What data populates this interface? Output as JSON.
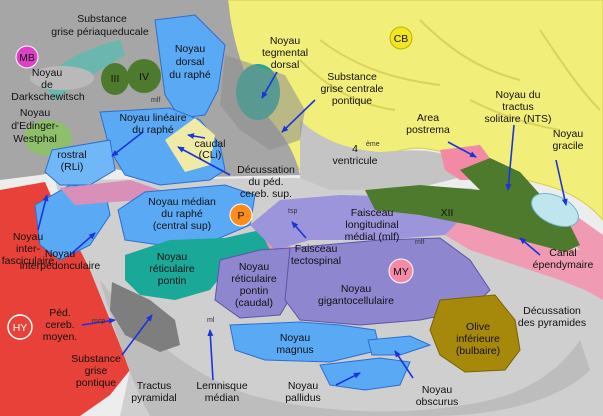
{
  "badges": {
    "mb": "MB",
    "cb": "CB",
    "p": "P",
    "my": "MY",
    "hy": "HY"
  },
  "labels": {
    "substance_grise_periaqueducale": [
      "Substance",
      "grise périaqueducale"
    ],
    "noyau_darkschewitsch": [
      "Noyau",
      "de",
      "Darkschewitsch"
    ],
    "iii": "III",
    "iv": "IV",
    "noyau_dorsal_raphe": [
      "Noyau",
      "dorsal",
      "du raphé"
    ],
    "noyau_tegmental_dorsal": [
      "Noyau",
      "tegmental",
      "dorsal"
    ],
    "substance_grise_centrale_pontique": [
      "Substance",
      "grise centrale",
      "pontique"
    ],
    "noyau_edinger_westphal": [
      "Noyau",
      "d'Edinger-",
      "Westphal"
    ],
    "noyau_lineaire_raphe": [
      "Noyau linéaire",
      "du raphé"
    ],
    "caudal_cli": [
      "caudal",
      "(CLi)"
    ],
    "rostral_rli": [
      "rostral",
      "(RLi)"
    ],
    "quatrieme_ventricule_sup": "ème",
    "quatrieme_ventricule": [
      "4",
      "ventricule"
    ],
    "area_postrema": [
      "Area",
      "postrema"
    ],
    "noyau_tractus_solitaire": [
      "Noyau du",
      "tractus",
      "solitaire (NTS)"
    ],
    "noyau_gracile": [
      "Noyau",
      "gracile"
    ],
    "decussation_ped_cereb_sup": [
      "Décussation",
      "du péd.",
      "cereb. sup."
    ],
    "noyau_median_raphe": [
      "Noyau médian",
      "du raphé",
      "(central sup)"
    ],
    "tsp": "tsp",
    "faisceau_longitudinal_medial": [
      "Faisceau",
      "longitudinal",
      "médial (mlf)"
    ],
    "xii": "XII",
    "mlf_top": "mlf",
    "mlf_right": "mlf",
    "noyau_interfasciculaire": [
      "Noyau",
      "inter-",
      "fasciculaire"
    ],
    "noyau_interpedonculaire": [
      "Noyau",
      "interpédonculaire"
    ],
    "noyau_reticulaire_pontin": [
      "Noyau",
      "réticulaire",
      "pontin"
    ],
    "faisceau_tectospinal": [
      "Faisceau",
      "tectospinal"
    ],
    "noyau_reticulaire_pontin_caudal": [
      "Noyau",
      "réticulaire",
      "pontin",
      "(caudal)"
    ],
    "noyau_gigantocellulaire": [
      "Noyau",
      "gigantocellulaire"
    ],
    "canal_ependymaire": [
      "Canal",
      "épendymaire"
    ],
    "decussation_pyramides": [
      "Décussation",
      "des pyramides"
    ],
    "ped_cereb_moyen": [
      "Péd.",
      "cereb.",
      "moyen."
    ],
    "mcp": "mcp",
    "ml": "ml",
    "olive_inferieure": [
      "Olive",
      "inférieure",
      "(bulbaire)"
    ],
    "substance_grise_pontique": [
      "Substance",
      "grise",
      "pontique"
    ],
    "noyau_magnus": [
      "Noyau",
      "magnus"
    ],
    "tractus_pyramidal": [
      "Tractus",
      "pyramidal"
    ],
    "lemnisque_median": [
      "Lemnisque",
      "médian"
    ],
    "noyau_pallidus": [
      "Noyau",
      "pallidus"
    ],
    "noyau_obscurus": [
      "Noyau",
      "obscurus"
    ]
  },
  "colors": {
    "cerebellum": "#f2ee7a",
    "tegmentum": "#a3a3a3",
    "pons_grey": "#c9c9c9",
    "raphe_blue": "#5aa9f5",
    "teal": "#1aa898",
    "hypothalamus_red": "#e8413a",
    "olive": "#a6890a",
    "green": "#4e7a2e",
    "violet": "#8f86d0",
    "pink": "#f09ab3",
    "arrow": "#1a35d9"
  }
}
